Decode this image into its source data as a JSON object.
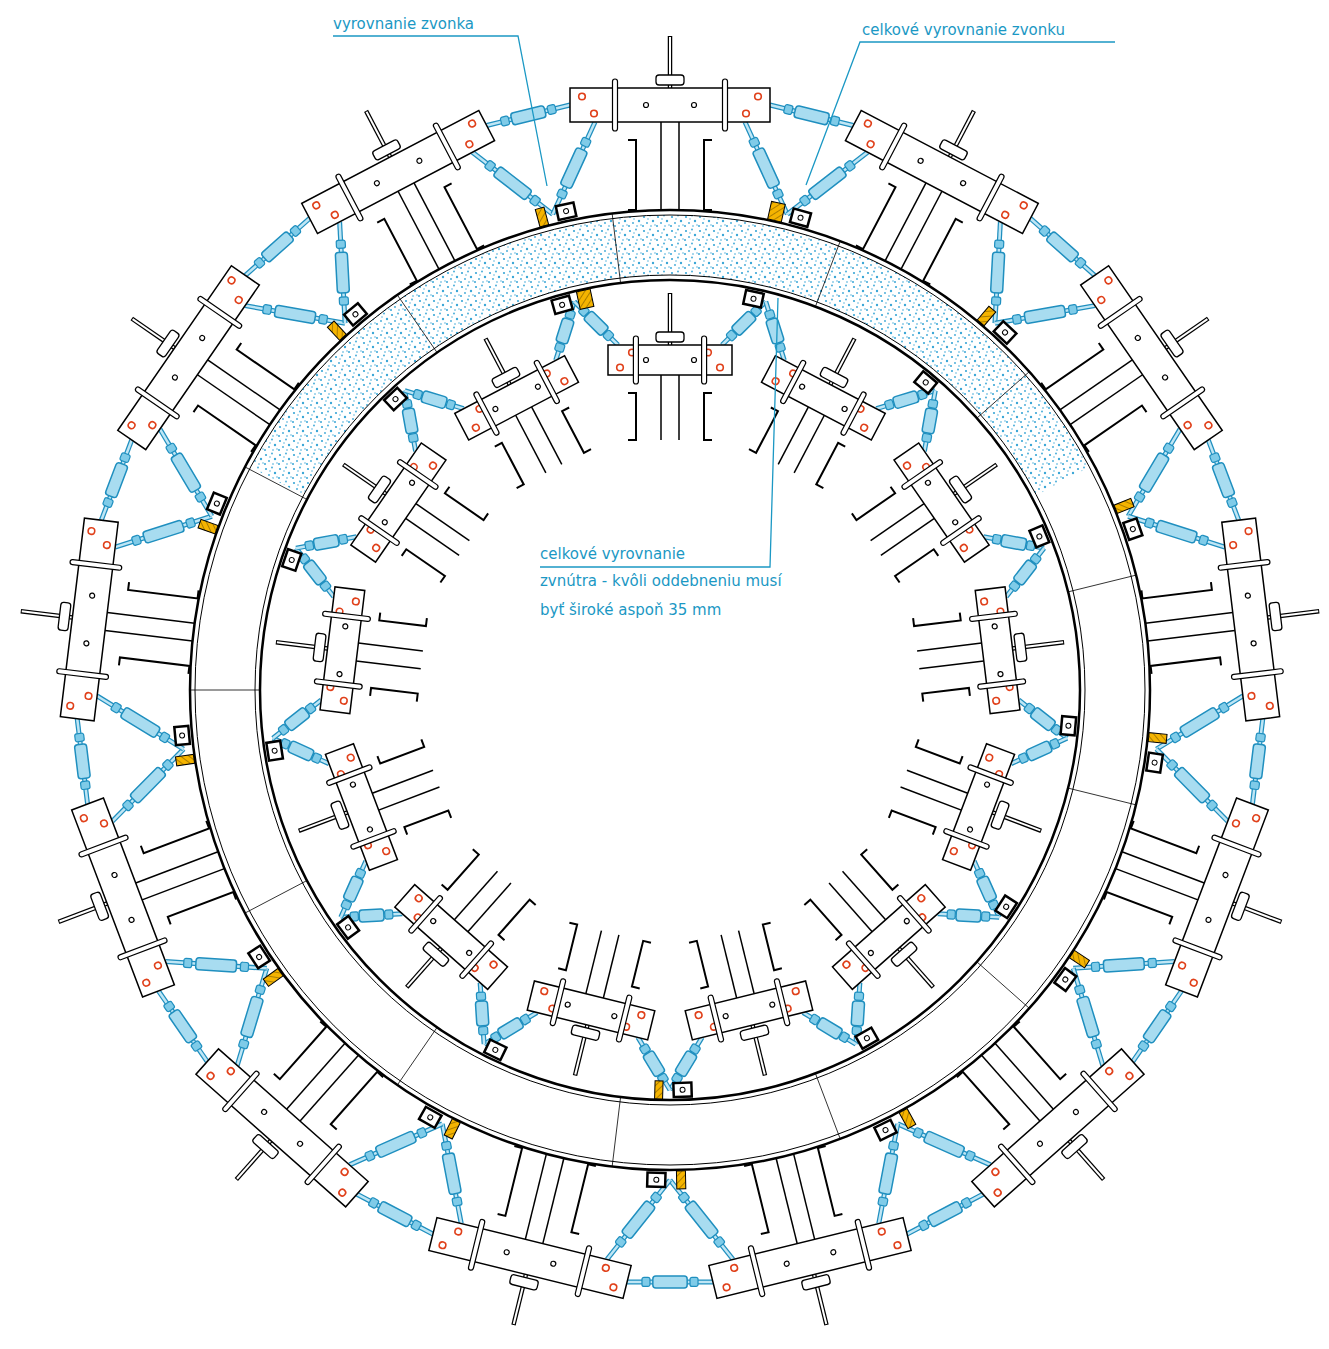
{
  "diagram": {
    "labels": [
      "vyrovnanie zvonka",
      "celkové vyrovnanie zvonku",
      "celkové vyrovnanie",
      "zvnútra - kvôli oddebneniu musí byť široké aspoň 35 mm"
    ]
  }
}
